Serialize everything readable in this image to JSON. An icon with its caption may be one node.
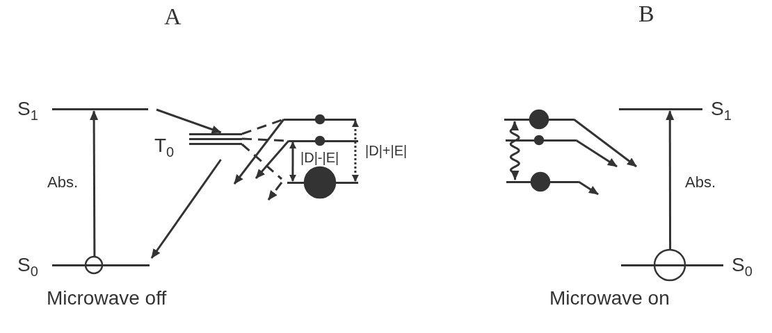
{
  "diagram": {
    "nodes": [
      {
        "text": [
          "S$_{1}$"
        ]
      },
      {
        "text": [
          "S$_{0}$"
        ]
      },
      {
        "text": [
          "T$_{0}$"
        ]
      },
      {
        "text": [],
        "shape": "bar"
      },
      {
        "text": [],
        "shape": "bar"
      },
      {
        "text": [],
        "shape": "bar"
      },
      {
        "text": [],
        "shape": "bar"
      },
      {
        "text": [],
        "shape": "bar"
      },
      {
        "text": [],
        "shape": "bar"
      },
      {
        "text": [
          "S$_{1}$"
        ]
      },
      {
        "text": [
          "S$_{0}$"
        ]
      }
    ],
    "edges": [
      {
        "from": 1,
        "to": 0,
        "arrow": "to",
        "label": "Abs."
      },
      {
        "from": 0,
        "to": 2,
        "arrow": "to"
      },
      {
        "from": 2,
        "to": 1,
        "arrow": "to"
      },
      {
        "from": 2,
        "to": 3,
        "arrow": "none",
        "style": "dashed"
      },
      {
        "from": 2,
        "to": 4,
        "arrow": "none",
        "style": "dashed"
      },
      {
        "from": 2,
        "to": 5,
        "arrow": "none",
        "style": "dashed"
      },
      {
        "from": 3,
        "to": null,
        "arrow": "to"
      },
      {
        "from": 4,
        "to": null,
        "arrow": "to"
      },
      {
        "from": 5,
        "to": null,
        "arrow": "to",
        "style": "dashed"
      },
      {
        "from": 6,
        "to": 8,
        "arrow": "both"
      },
      {
        "from": 6,
        "to": null,
        "arrow": "to"
      },
      {
        "from": 7,
        "to": null,
        "arrow": "to"
      },
      {
        "from": 8,
        "to": null,
        "arrow": "to"
      },
      {
        "from": 10,
        "to": 9,
        "arrow": "to",
        "label": "Abs."
      },
      {
        "from": 4,
        "to": 5,
        "arrow": "both",
        "label": "|D|-|E|"
      },
      {
        "from": 3,
        "to": 5,
        "arrow": "both",
        "style": "dashed",
        "label": "|D|+|E|"
      }
    ],
    "labels": [
      "A",
      "B",
      "Microwave off",
      "Microwave on"
    ]
  }
}
